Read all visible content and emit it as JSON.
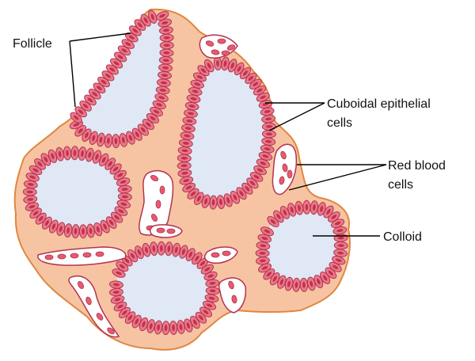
{
  "labels": {
    "follicle": "Follicle",
    "cuboidal_line1": "Cuboidal epithelial",
    "cuboidal_line2": "cells",
    "rbc_line1": "Red blood",
    "rbc_line2": "cells",
    "colloid": "Colloid"
  },
  "colors": {
    "tissue_fill": "#f7c4a3",
    "tissue_outline": "#e0873f",
    "colloid": "#dfe8f4",
    "cell": "#e8798a",
    "cell_outline": "#b33350",
    "nucleus": "#c72e4a",
    "vessel_wall": "#ffffff",
    "vessel_outline": "#b33350",
    "rbc": "#e65a6f"
  }
}
